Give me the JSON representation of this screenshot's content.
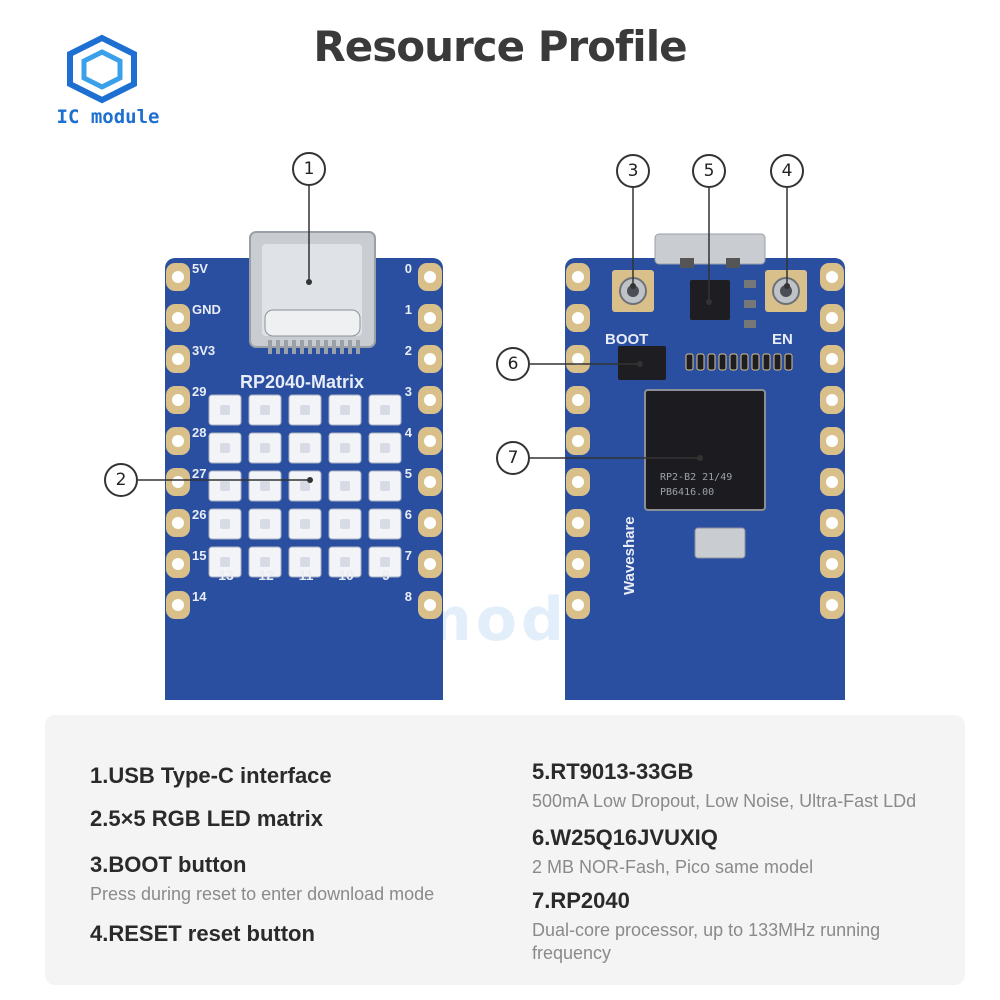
{
  "logo": {
    "text": "IC module",
    "icon": "hexagon-logo-icon",
    "color": "#1d6fd1"
  },
  "page_title": "Resource Profile",
  "watermark": "IC module",
  "board_front": {
    "name": "RP2040-Matrix",
    "left_pins": [
      "5V",
      "GND",
      "3V3",
      "29",
      "28",
      "27",
      "26",
      "15",
      "14"
    ],
    "right_pins": [
      "0",
      "1",
      "2",
      "3",
      "4",
      "5",
      "6",
      "7",
      "8"
    ],
    "bottom_pins": [
      "13",
      "12",
      "11",
      "10",
      "9"
    ]
  },
  "board_back": {
    "boot_label": "BOOT",
    "en_label": "EN",
    "brand": "Waveshare",
    "chip_line1": "RP2-B2  21/49",
    "chip_line2": "PB6416.00"
  },
  "callouts": [
    "1",
    "2",
    "3",
    "4",
    "5",
    "6",
    "7"
  ],
  "features": {
    "left": [
      {
        "title": "1.USB Type-C interface"
      },
      {
        "title": "2.5×5 RGB LED matrix"
      },
      {
        "title": "3.BOOT button",
        "desc": "Press during reset to enter download mode"
      },
      {
        "title": "4.RESET reset button"
      }
    ],
    "right": [
      {
        "title": "5.RT9013-33GB",
        "desc": "500mA Low Dropout, Low Noise, Ultra-Fast LDd"
      },
      {
        "title": "6.W25Q16JVUXIQ",
        "desc": "2 MB NOR-Fash, Pico same model"
      },
      {
        "title": "7.RP2040",
        "desc": "Dual-core processor, up to 133MHz running frequency"
      }
    ]
  },
  "colors": {
    "pcb": "#2a4fa0",
    "pad": "#d9c08a",
    "accent": "#1d6fd1"
  }
}
